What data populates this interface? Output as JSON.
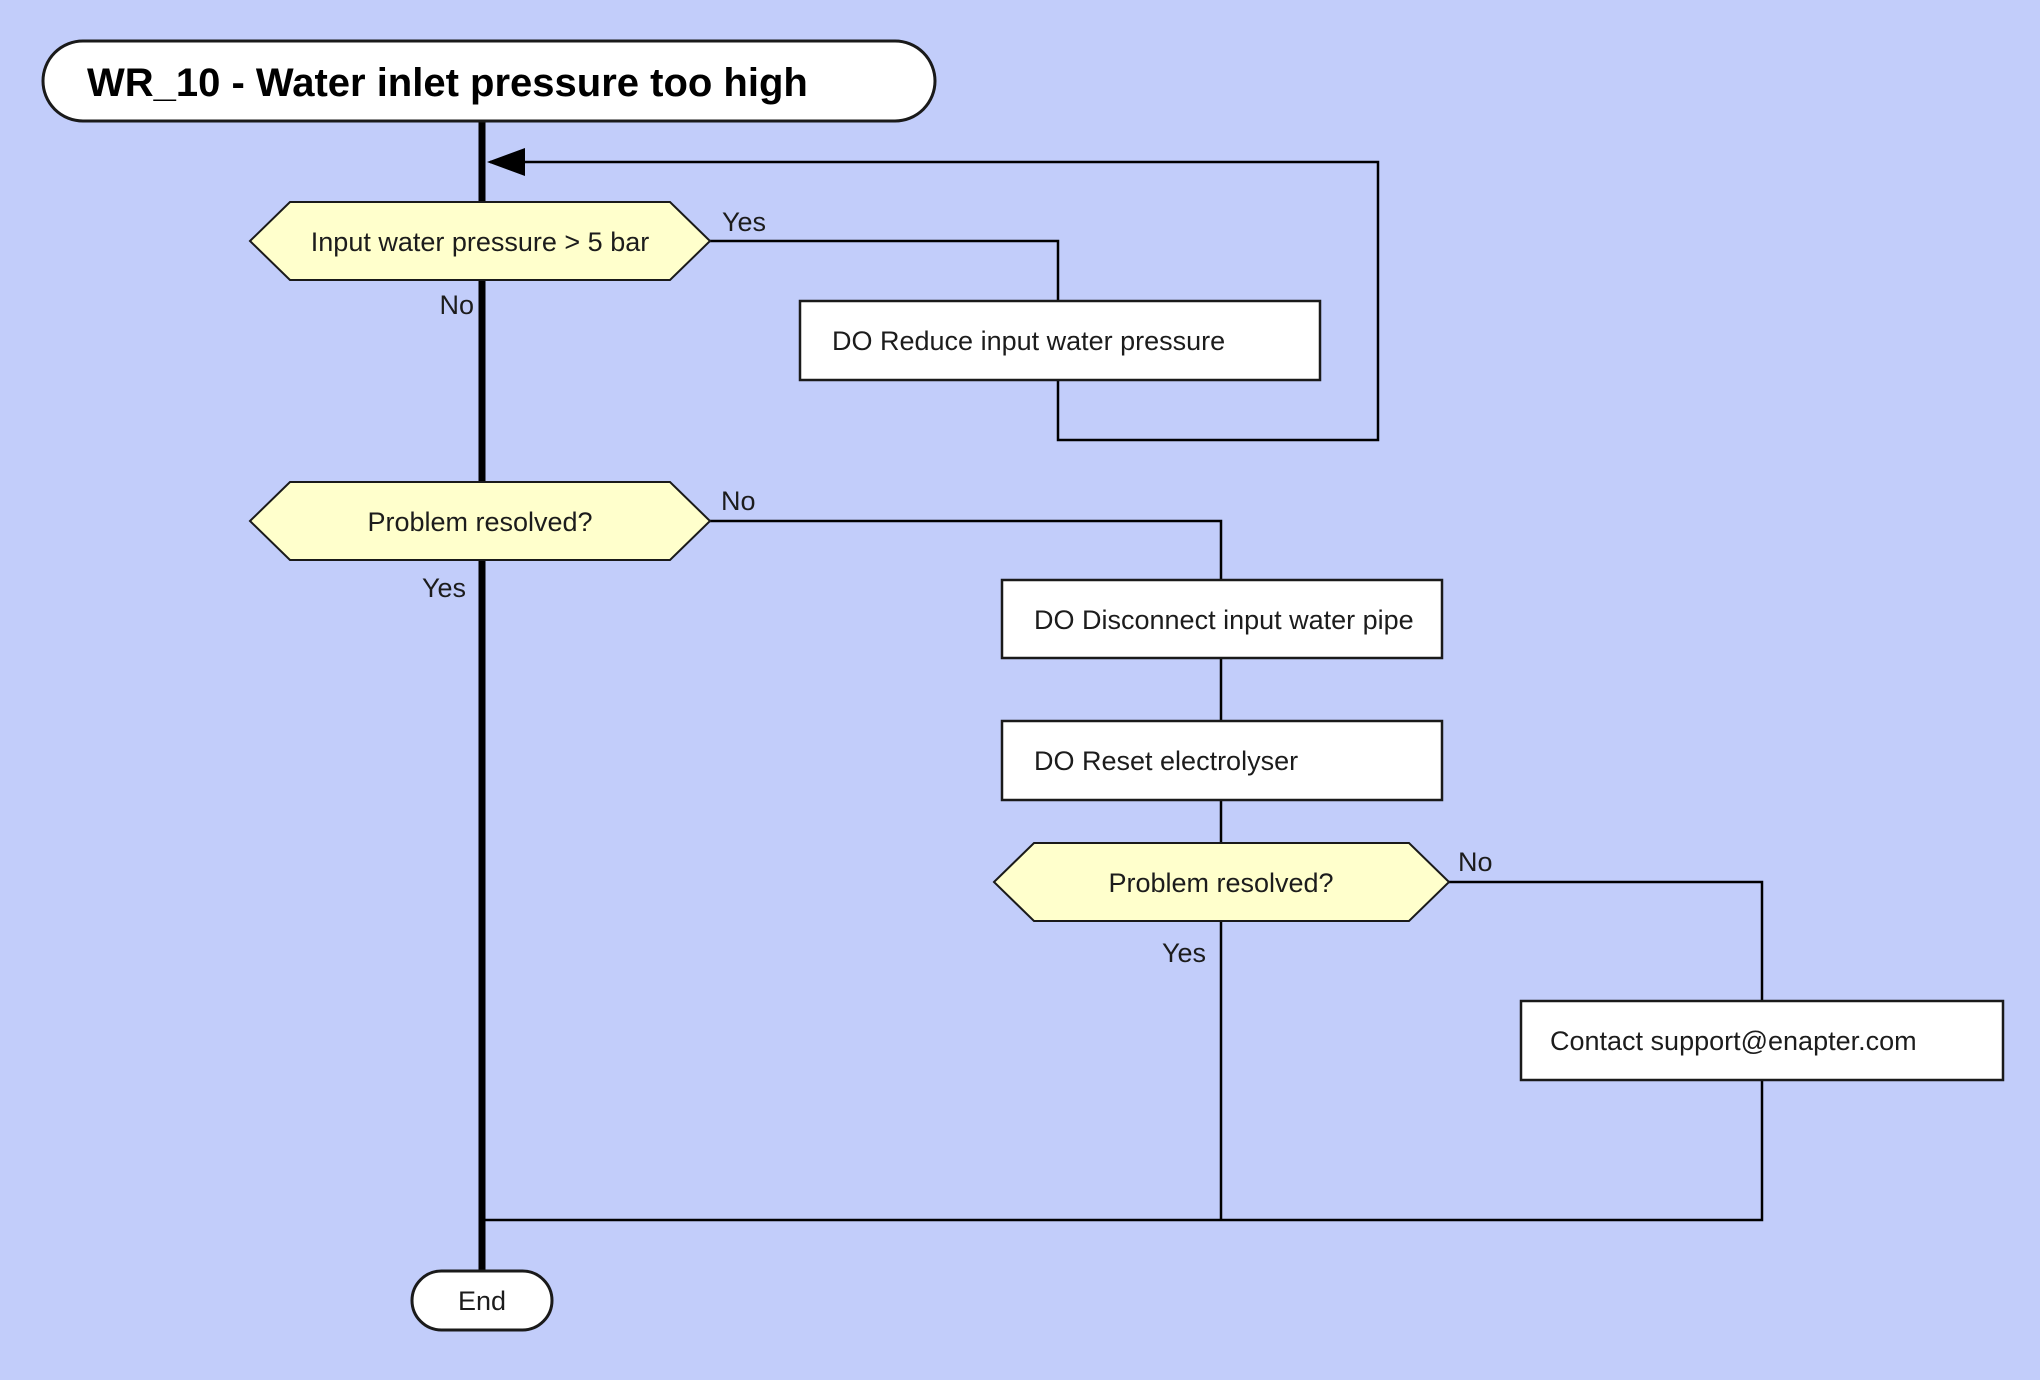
{
  "diagram": {
    "colors": {
      "background": "#c2cdfa",
      "decision_fill": "#ffffcc",
      "process_fill": "#ffffff",
      "terminator_fill": "#ffffff",
      "line": "#000000"
    },
    "nodes": {
      "start": {
        "label": "WR_10 - Water inlet pressure too high",
        "type": "terminator"
      },
      "check_pressure": {
        "label": "Input water pressure > 5 bar",
        "type": "decision"
      },
      "reduce_pressure": {
        "label": "DO Reduce input water pressure",
        "type": "process"
      },
      "problem_resolved_1": {
        "label": "Problem resolved?",
        "type": "decision"
      },
      "disconnect_pipe": {
        "label": "DO Disconnect input water pipe",
        "type": "process"
      },
      "reset_electrolyser": {
        "label": "DO Reset electrolyser",
        "type": "process"
      },
      "problem_resolved_2": {
        "label": "Problem resolved?",
        "type": "decision"
      },
      "contact_support": {
        "label": "Contact support@enapter.com",
        "type": "process"
      },
      "end": {
        "label": "End",
        "type": "terminator"
      }
    },
    "edges": {
      "check_pressure_yes": {
        "label": "Yes"
      },
      "check_pressure_no": {
        "label": "No"
      },
      "problem_resolved_1_no": {
        "label": "No"
      },
      "problem_resolved_1_yes": {
        "label": "Yes"
      },
      "problem_resolved_2_no": {
        "label": "No"
      },
      "problem_resolved_2_yes": {
        "label": "Yes"
      }
    }
  }
}
